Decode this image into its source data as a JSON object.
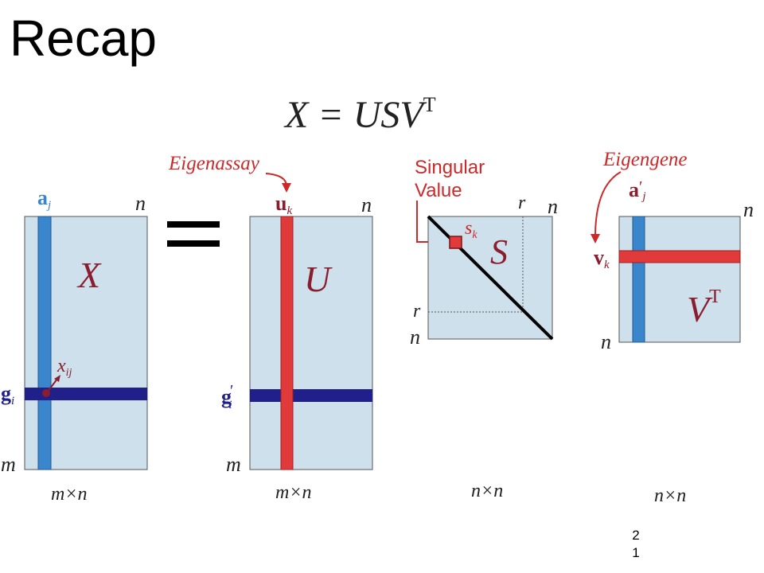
{
  "slide": {
    "title": "Recap",
    "page_number": "21"
  },
  "figure": {
    "equation_lhs": "X = USV",
    "equation_sup": "T",
    "equals_sign": "=",
    "matrices": {
      "X": {
        "name": "X",
        "col_label": "a",
        "col_sub": "j",
        "row_label": "g",
        "row_sub": "i",
        "element_label": "x",
        "element_sub": "ij",
        "dim_top": "n",
        "dim_side": "m",
        "size_label": "m×n"
      },
      "U": {
        "name": "U",
        "callout": "Eigenassay",
        "col_label": "u",
        "col_sub": "k",
        "row_label": "g",
        "row_sub": "i",
        "row_prime": "′",
        "dim_top": "n",
        "dim_side": "m",
        "size_label": "m×n"
      },
      "S": {
        "name": "S",
        "callout_line1": "Singular",
        "callout_line2": "Value",
        "element_label": "s",
        "element_sub": "k",
        "rank_top": "r",
        "dim_top": "n",
        "rank_side": "r",
        "dim_side": "n",
        "size_label": "n×n"
      },
      "VT": {
        "name": "V",
        "name_sup": "T",
        "callout": "Eigengene",
        "col_label": "a",
        "col_prime": "′",
        "col_sub": "j",
        "row_label": "v",
        "row_sub": "k",
        "dim_top": "n",
        "dim_side": "n",
        "size_label": "n×n"
      }
    },
    "colors": {
      "matrix_fill": "#cde0ec",
      "column_blue": "#3a86cc",
      "row_navy": "#21208a",
      "highlight_red": "#e03a3a",
      "label_maroon": "#8a1d2e",
      "callout_red": "#cc2a2a"
    }
  }
}
